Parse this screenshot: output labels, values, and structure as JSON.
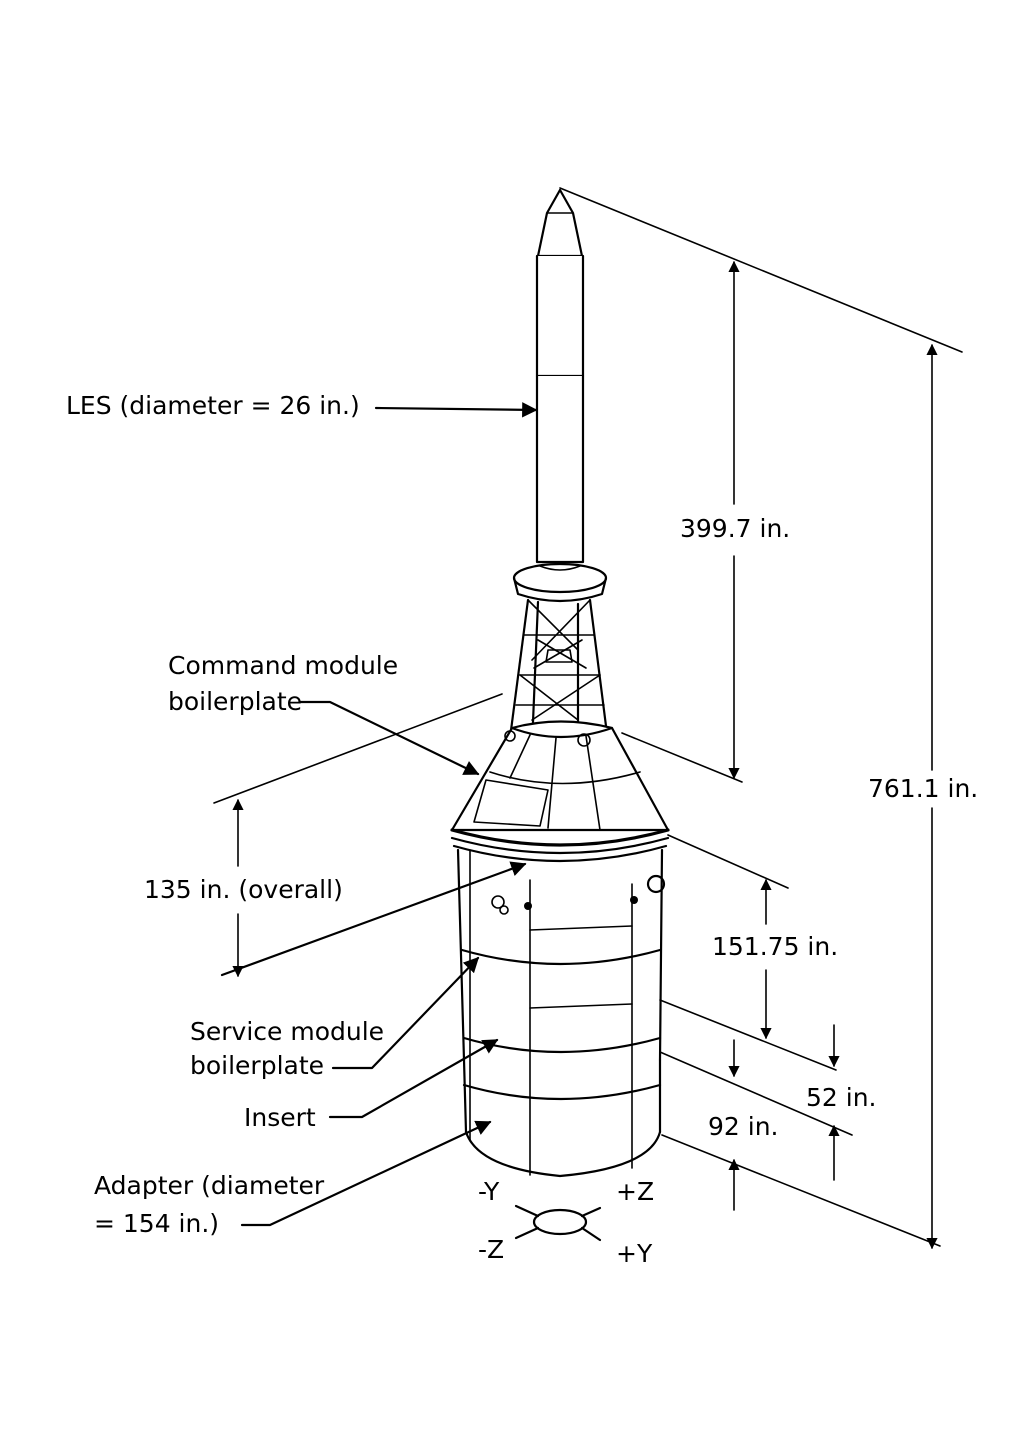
{
  "labels": {
    "les": "LES (diameter = 26 in.)",
    "command_line1": "Command module",
    "command_line2": "boilerplate",
    "overall_135": "135 in. (overall)",
    "service_line1": "Service module",
    "service_line2": "boilerplate",
    "insert": "Insert",
    "adapter_line1": "Adapter (diameter",
    "adapter_line2": "= 154 in.)"
  },
  "dimensions": {
    "d_399": "399.7 in.",
    "d_761": "761.1 in.",
    "d_151": "151.75 in.",
    "d_52": "52 in.",
    "d_92": "92 in."
  },
  "axes": {
    "neg_y": "-Y",
    "pos_z": "+Z",
    "neg_z": "-Z",
    "pos_y": "+Y"
  }
}
